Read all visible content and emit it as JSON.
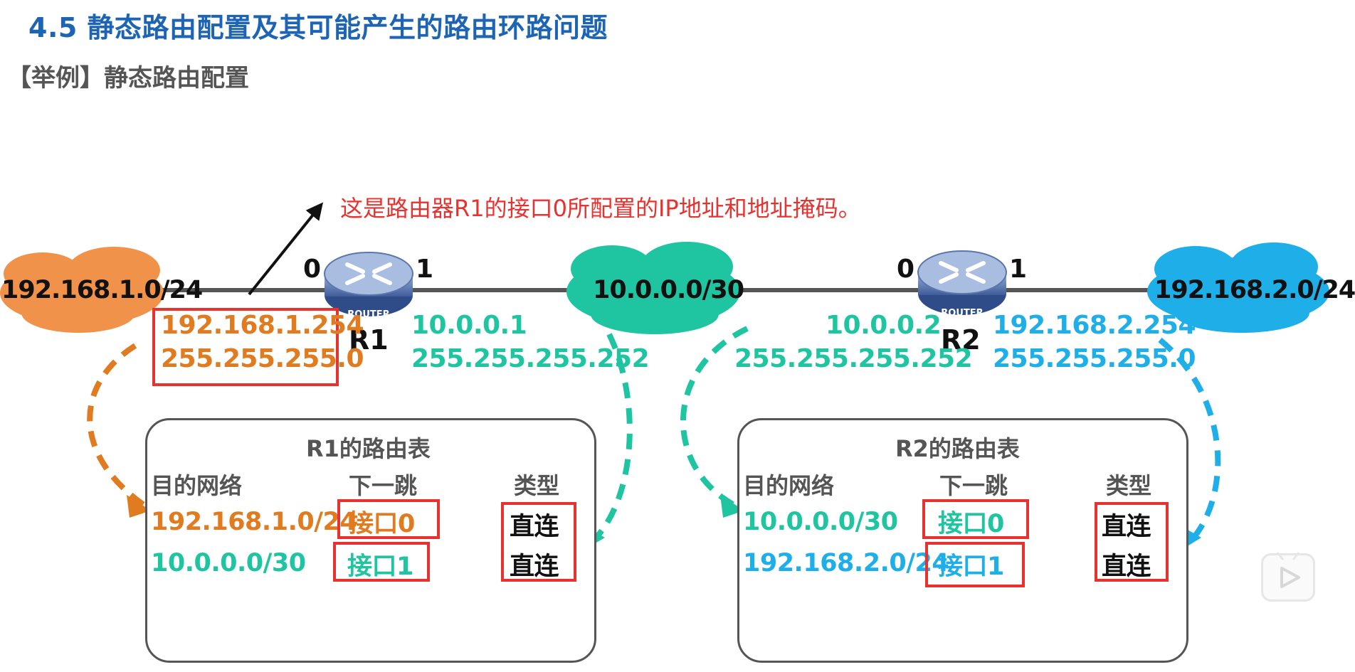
{
  "header": {
    "title": "4.5  静态路由配置及其可能产生的路由环路问题",
    "subtitle": "【举例】静态路由配置"
  },
  "annotation": {
    "text": "这是路由器R1的接口0所配置的IP地址和地址掩码。",
    "color": "#e8322f"
  },
  "networks": {
    "left": {
      "label": "192.168.1.0/24",
      "color": "#f0924a"
    },
    "middle": {
      "label": "10.0.0.0/30",
      "color": "#1ec5a0"
    },
    "right": {
      "label": "192.168.2.0/24",
      "color": "#1eaee8"
    }
  },
  "routers": {
    "r1": {
      "name": "R1",
      "icon_text": "ROUTER",
      "port0": "0",
      "port1": "1",
      "if0": {
        "ip": "192.168.1.254",
        "mask": "255.255.255.0"
      },
      "if1": {
        "ip": "10.0.0.1",
        "mask": "255.255.255.252"
      }
    },
    "r2": {
      "name": "R2",
      "icon_text": "ROUTER",
      "port0": "0",
      "port1": "1",
      "if0": {
        "ip": "10.0.0.2",
        "mask": "255.255.255.252"
      },
      "if1": {
        "ip": "192.168.2.254",
        "mask": "255.255.255.0"
      }
    }
  },
  "tables": {
    "r1": {
      "title": "R1的路由表",
      "headers": [
        "目的网络",
        "下一跳",
        "类型"
      ],
      "rows": [
        {
          "dest": "192.168.1.0/24",
          "hop": "接口0",
          "type": "直连"
        },
        {
          "dest": "10.0.0.0/30",
          "hop": "接口1",
          "type": "直连"
        }
      ]
    },
    "r2": {
      "title": "R2的路由表",
      "headers": [
        "目的网络",
        "下一跳",
        "类型"
      ],
      "rows": [
        {
          "dest": "10.0.0.0/30",
          "hop": "接口0",
          "type": "直连"
        },
        {
          "dest": "192.168.2.0/24",
          "hop": "接口1",
          "type": "直连"
        }
      ]
    }
  },
  "colors": {
    "orange": "#e07b1f",
    "teal": "#1ec5a0",
    "blue": "#1eaee8",
    "highlight": "#e8322f",
    "title": "#1d64b4"
  },
  "player": {
    "icon": "play-icon"
  }
}
